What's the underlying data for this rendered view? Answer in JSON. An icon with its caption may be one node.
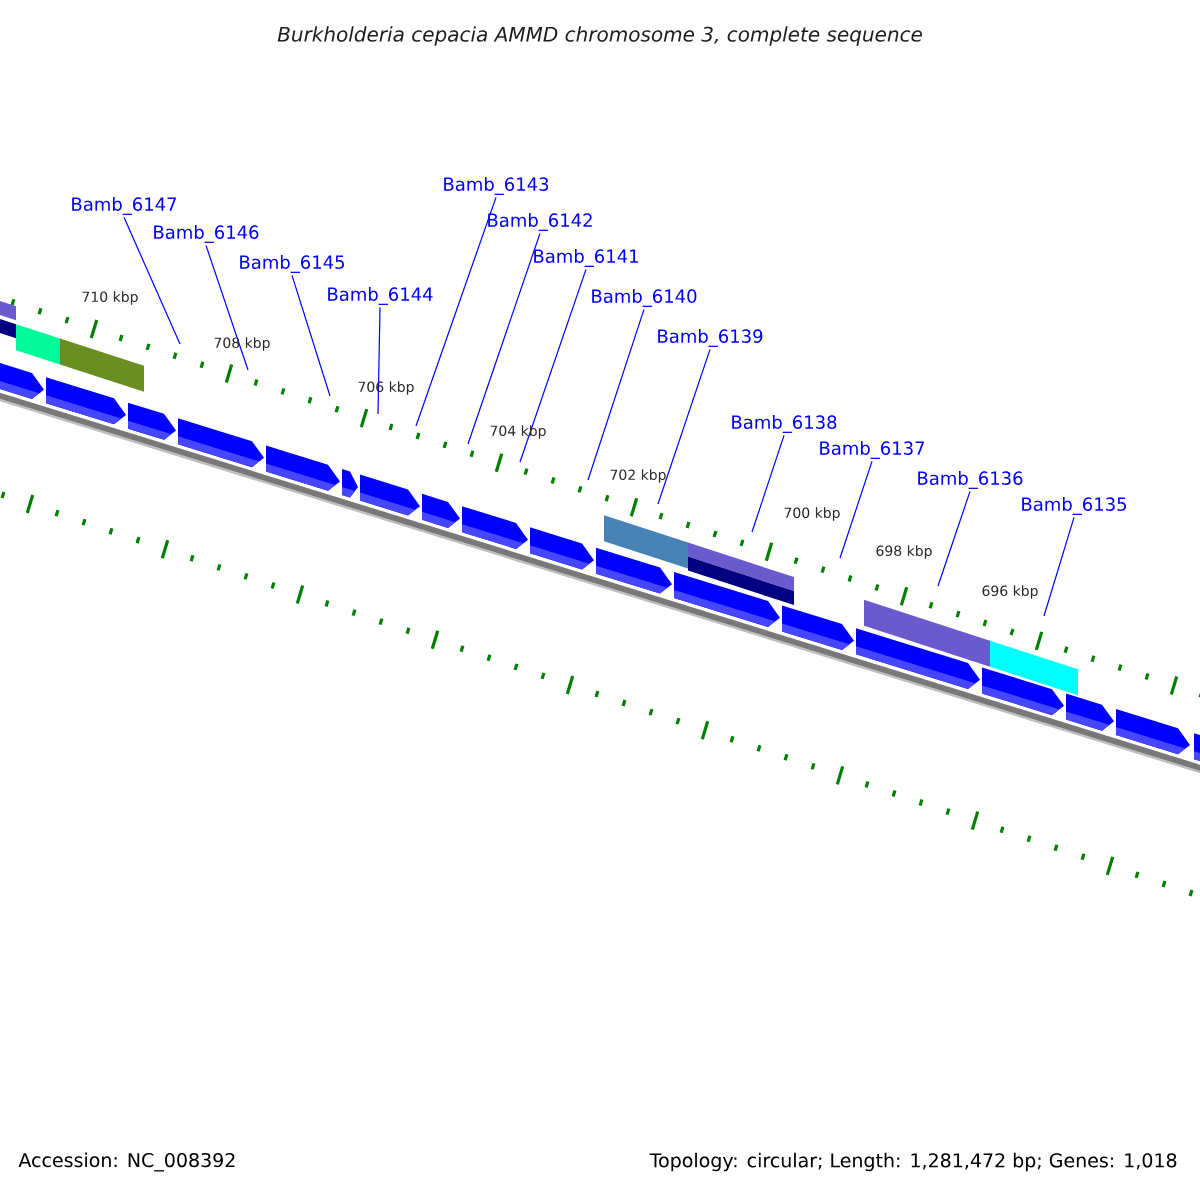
{
  "diagram": {
    "title": "Burkholderia cepacia AMMD chromosome 3, complete sequence",
    "nodes": [
      {
        "text": [
          "Bamb_6147"
        ]
      },
      {
        "text": [
          "Bamb_6146"
        ]
      },
      {
        "text": [
          "Bamb_6145"
        ]
      },
      {
        "text": [
          "Bamb_6144"
        ]
      },
      {
        "text": [
          "Bamb_6143"
        ]
      },
      {
        "text": [
          "Bamb_6142"
        ]
      },
      {
        "text": [
          "Bamb_6141"
        ]
      },
      {
        "text": [
          "Bamb_6140"
        ]
      },
      {
        "text": [
          "Bamb_6139"
        ]
      },
      {
        "text": [
          "Bamb_6138"
        ]
      },
      {
        "text": [
          "Bamb_6137"
        ]
      },
      {
        "text": [
          "Bamb_6136"
        ]
      },
      {
        "text": [
          "Bamb_6135"
        ]
      }
    ],
    "edges": [
      {
        "from": 0,
        "to": null,
        "arrow": "none"
      },
      {
        "from": 1,
        "to": null,
        "arrow": "none"
      },
      {
        "from": 2,
        "to": null,
        "arrow": "none"
      },
      {
        "from": 3,
        "to": null,
        "arrow": "none"
      },
      {
        "from": 4,
        "to": null,
        "arrow": "none"
      },
      {
        "from": 5,
        "to": null,
        "arrow": "none"
      },
      {
        "from": 6,
        "to": null,
        "arrow": "none"
      },
      {
        "from": 7,
        "to": null,
        "arrow": "none"
      },
      {
        "from": 8,
        "to": null,
        "arrow": "none"
      },
      {
        "from": 9,
        "to": null,
        "arrow": "none"
      },
      {
        "from": 10,
        "to": null,
        "arrow": "none"
      },
      {
        "from": 11,
        "to": null,
        "arrow": "none"
      },
      {
        "from": 12,
        "to": null,
        "arrow": "none"
      }
    ],
    "labels": [
      "710 kbp",
      "708 kbp",
      "706 kbp",
      "704 kbp",
      "702 kbp",
      "700 kbp",
      "698 kbp",
      "696 kbp",
      "Accession: NC_008392",
      "Topology: circular; Length: 1,281,472 bp; Genes: 1,018"
    ]
  }
}
